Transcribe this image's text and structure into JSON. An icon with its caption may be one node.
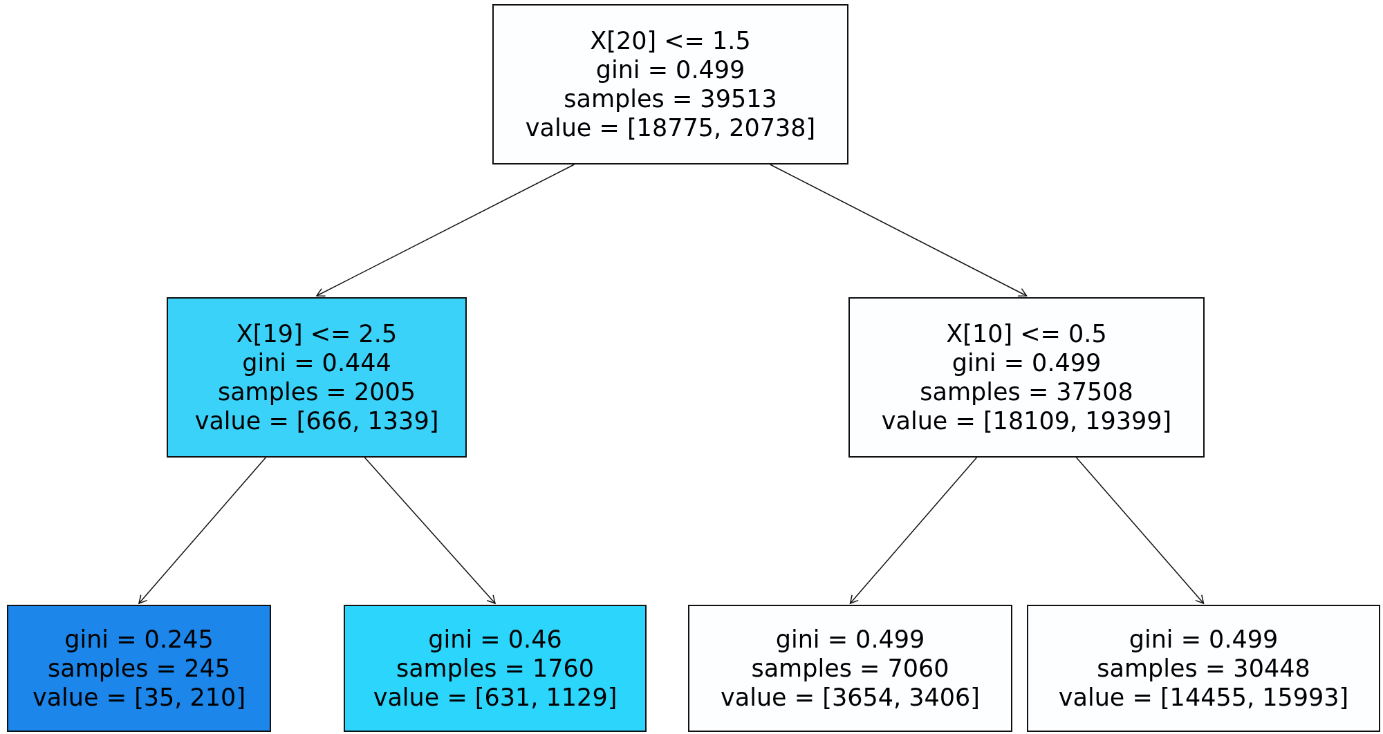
{
  "diagram": {
    "nodes": [
      {
        "text": [
          "X[20] <= 1.5",
          "gini = 0.499",
          "samples = 39513",
          "value = [18775, 20738]"
        ]
      },
      {
        "text": [
          "X[19] <= 2.5",
          "gini = 0.444",
          "samples = 2005",
          "value = [666, 1339]"
        ]
      },
      {
        "text": [
          "X[10] <= 0.5",
          "gini = 0.499",
          "samples = 37508",
          "value = [18109, 19399]"
        ]
      },
      {
        "text": [
          "gini = 0.245",
          "samples = 245",
          "value = [35, 210]"
        ]
      },
      {
        "text": [
          "gini = 0.46",
          "samples = 1760",
          "value = [631, 1129]"
        ]
      },
      {
        "text": [
          "gini = 0.499",
          "samples = 7060",
          "value = [3654, 3406]"
        ]
      },
      {
        "text": [
          "gini = 0.499",
          "samples = 30448",
          "value = [14455, 15993]"
        ]
      }
    ],
    "edges": [
      {
        "from": 0,
        "to": 1,
        "arrow": "to"
      },
      {
        "from": 0,
        "to": 2,
        "arrow": "to"
      },
      {
        "from": 1,
        "to": 3,
        "arrow": "to"
      },
      {
        "from": 1,
        "to": 4,
        "arrow": "to"
      },
      {
        "from": 2,
        "to": 5,
        "arrow": "to"
      },
      {
        "from": 2,
        "to": 6,
        "arrow": "to"
      }
    ]
  }
}
